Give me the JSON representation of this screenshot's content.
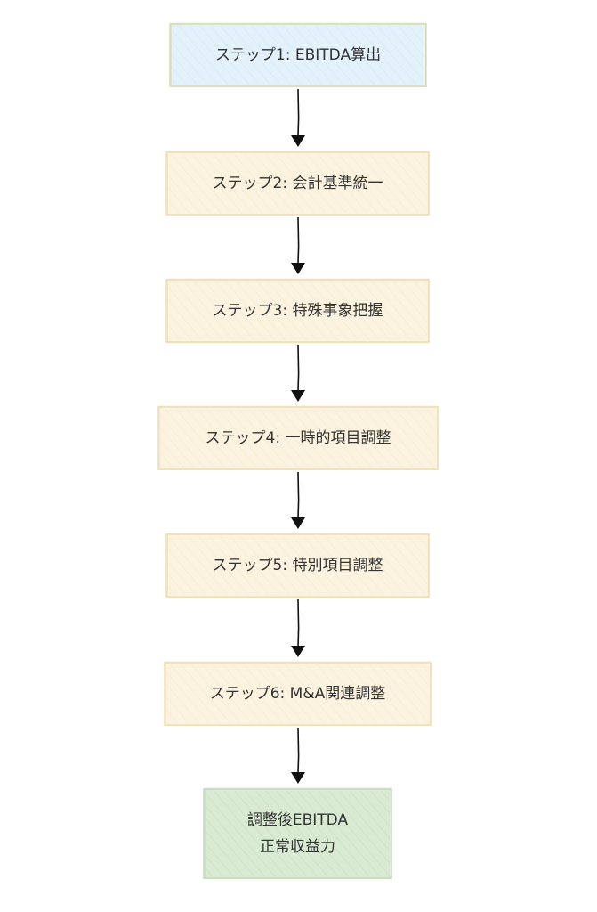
{
  "diagram": {
    "type": "flowchart",
    "direction": "top-to-bottom",
    "style": "hand-drawn with hatched fills",
    "colors": {
      "start_fill": "#e3f1fb",
      "start_stroke": "#d6dfb4",
      "start_hatch": "#c9e1f3",
      "step_fill": "#fbf3df",
      "step_stroke": "#eedfb5",
      "step_hatch": "#f1e3bf",
      "end_fill": "#d9ead3",
      "end_stroke": "#c6dbc0",
      "end_hatch": "#bdd7b4",
      "text": "#333333",
      "arrow": "#111111"
    },
    "nodes": [
      {
        "id": "step1",
        "kind": "start",
        "lines": [
          "ステップ1: EBITDA算出"
        ]
      },
      {
        "id": "step2",
        "kind": "step",
        "lines": [
          "ステップ2: 会計基準統一"
        ]
      },
      {
        "id": "step3",
        "kind": "step",
        "lines": [
          "ステップ3: 特殊事象把握"
        ]
      },
      {
        "id": "step4",
        "kind": "step",
        "lines": [
          "ステップ4: 一時的項目調整"
        ]
      },
      {
        "id": "step5",
        "kind": "step",
        "lines": [
          "ステップ5: 特別項目調整"
        ]
      },
      {
        "id": "step6",
        "kind": "step",
        "lines": [
          "ステップ6: M&A関連調整"
        ]
      },
      {
        "id": "result",
        "kind": "end",
        "lines": [
          "調整後EBITDA",
          "正常収益力"
        ]
      }
    ],
    "edges": [
      {
        "from": "step1",
        "to": "step2"
      },
      {
        "from": "step2",
        "to": "step3"
      },
      {
        "from": "step3",
        "to": "step4"
      },
      {
        "from": "step4",
        "to": "step5"
      },
      {
        "from": "step5",
        "to": "step6"
      },
      {
        "from": "step6",
        "to": "result"
      }
    ]
  }
}
